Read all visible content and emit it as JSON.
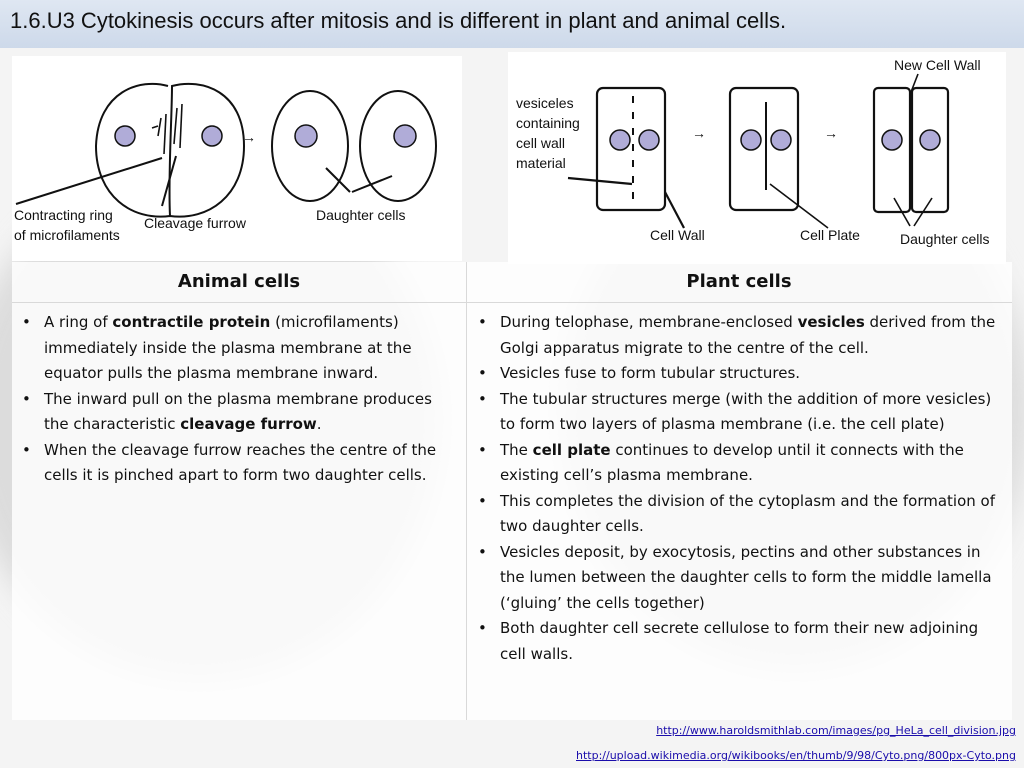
{
  "slide_title": "1.6.U3 Cytokinesis occurs after mitosis and is different in plant and animal cells.",
  "diagram": {
    "animal": {
      "ring_label_1": "Contracting ring",
      "ring_label_2": "of microfilaments",
      "cleavage_label": "Cleavage furrow",
      "daughter_label": "Daughter cells",
      "arrow": "→"
    },
    "plant": {
      "new_wall_label": "New Cell Wall",
      "vesicles_label_1": "vesiceles",
      "vesicles_label_2": "containing",
      "vesicles_label_3": "cell wall",
      "vesicles_label_4": "material",
      "cell_wall_label": "Cell Wall",
      "cell_plate_label": "Cell Plate",
      "daughter_label": "Daughter cells",
      "arrow": "→"
    }
  },
  "table": {
    "animal_header": "Animal cells",
    "plant_header": "Plant cells",
    "animal_items": [
      [
        {
          "t": "A ring of "
        },
        {
          "t": "contractile protein",
          "b": true
        },
        {
          "t": " (microfilaments) immediately inside the plasma membrane at the equator pulls the plasma membrane inward."
        }
      ],
      [
        {
          "t": "The inward pull on the plasma membrane produces the characteristic "
        },
        {
          "t": "cleavage furrow",
          "b": true
        },
        {
          "t": "."
        }
      ],
      [
        {
          "t": "When the cleavage furrow reaches the centre of the cells it is pinched apart to form two daughter cells."
        }
      ]
    ],
    "plant_items": [
      [
        {
          "t": "During telophase, membrane-enclosed "
        },
        {
          "t": "vesicles",
          "b": true
        },
        {
          "t": " derived from the Golgi apparatus migrate to the centre of the cell."
        }
      ],
      [
        {
          "t": "Vesicles fuse to form tubular structures."
        }
      ],
      [
        {
          "t": "The tubular structures merge (with the addition of more vesicles) to form two layers of plasma membrane (i.e. the cell plate)"
        }
      ],
      [
        {
          "t": "The "
        },
        {
          "t": "cell plate",
          "b": true
        },
        {
          "t": " continues to develop until it connects with the existing cell’s plasma membrane."
        }
      ],
      [
        {
          "t": "This completes the division of the cytoplasm and the formation of two daughter cells."
        }
      ],
      [
        {
          "t": "Vesicles deposit, by exocytosis, pectins and other substances in the lumen between the daughter cells to form the middle lamella (‘gluing’ the cells together)"
        }
      ],
      [
        {
          "t": "Both daughter cell secrete cellulose to form their new adjoining cell walls."
        }
      ]
    ]
  },
  "sources": {
    "link1": "http://www.haroldsmithlab.com/images/pg_HeLa_cell_division.jpg",
    "link2": "http://upload.wikimedia.org/wikibooks/en/thumb/9/98/Cyto.png/800px-Cyto.png"
  },
  "colors": {
    "nucleus_fill": "#b0acd8",
    "link": "#1a0dab",
    "title_bar": "#d4deec"
  }
}
